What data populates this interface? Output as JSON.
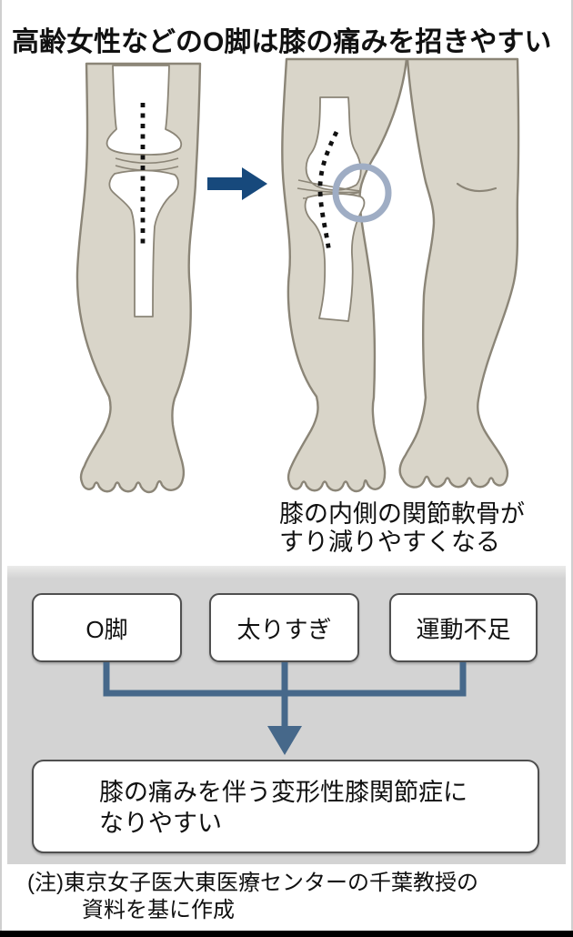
{
  "title": "高齢女性などのO脚は膝の痛みを招きやすい",
  "illustration": {
    "caption_line1": "膝の内側の関節軟骨が",
    "caption_line2": "すり減りやすくなる",
    "left_figure": "normal-straight-leg-with-bone-axis",
    "right_figure": "bowed-o-shaped-legs-with-highlighted-inner-knee"
  },
  "flowchart": {
    "causes": [
      "O脚",
      "太りすぎ",
      "運動不足"
    ],
    "result_line1": "膝の痛みを伴う変形性膝関節症に",
    "result_line2": "なりやすい"
  },
  "note_line1": "(注)東京女子医大東医療センターの千葉教授の",
  "note_line2": "資料を基に作成",
  "colors": {
    "leg_fill": "#d9d5c9",
    "leg_outline": "#8b8577",
    "bone_fill": "#ffffff",
    "circle_blue": "#9fadc4",
    "arrow_navy": "#17497c",
    "panel_bg": "#d3d3d3",
    "connector_blue": "#46688a",
    "box_border": "#4f4f4f",
    "text_black": "#111111"
  }
}
